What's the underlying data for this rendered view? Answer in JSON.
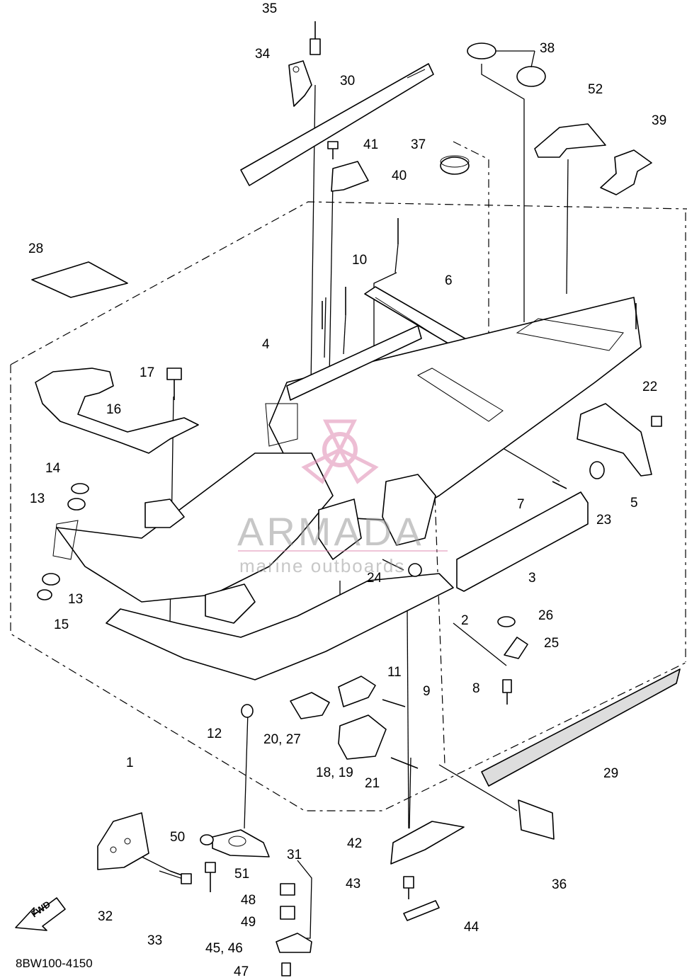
{
  "diagram": {
    "part_code": "8BW100-4150",
    "fwd_label": "FWD",
    "watermark": {
      "brand": "ARMADA",
      "tagline": "marine outboards"
    },
    "callouts": [
      {
        "id": "c35",
        "text": "35"
      },
      {
        "id": "c34",
        "text": "34"
      },
      {
        "id": "c30",
        "text": "30"
      },
      {
        "id": "c38",
        "text": "38"
      },
      {
        "id": "c52",
        "text": "52"
      },
      {
        "id": "c39",
        "text": "39"
      },
      {
        "id": "c41",
        "text": "41"
      },
      {
        "id": "c37",
        "text": "37"
      },
      {
        "id": "c40",
        "text": "40"
      },
      {
        "id": "c28",
        "text": "28"
      },
      {
        "id": "c10",
        "text": "10"
      },
      {
        "id": "c6",
        "text": "6"
      },
      {
        "id": "c4",
        "text": "4"
      },
      {
        "id": "c17",
        "text": "17"
      },
      {
        "id": "c22",
        "text": "22"
      },
      {
        "id": "c16",
        "text": "16"
      },
      {
        "id": "c14",
        "text": "14"
      },
      {
        "id": "c13a",
        "text": "13"
      },
      {
        "id": "c5",
        "text": "5"
      },
      {
        "id": "c7",
        "text": "7"
      },
      {
        "id": "c23",
        "text": "23"
      },
      {
        "id": "c13b",
        "text": "13"
      },
      {
        "id": "c24",
        "text": "24"
      },
      {
        "id": "c3",
        "text": "3"
      },
      {
        "id": "c15",
        "text": "15"
      },
      {
        "id": "c2",
        "text": "2"
      },
      {
        "id": "c26",
        "text": "26"
      },
      {
        "id": "c25",
        "text": "25"
      },
      {
        "id": "c11",
        "text": "11"
      },
      {
        "id": "c9",
        "text": "9"
      },
      {
        "id": "c8",
        "text": "8"
      },
      {
        "id": "c12",
        "text": "12"
      },
      {
        "id": "c2027",
        "text": "20, 27"
      },
      {
        "id": "c1",
        "text": "1"
      },
      {
        "id": "c1819",
        "text": "18, 19"
      },
      {
        "id": "c21",
        "text": "21"
      },
      {
        "id": "c29",
        "text": "29"
      },
      {
        "id": "c50",
        "text": "50"
      },
      {
        "id": "c31",
        "text": "31"
      },
      {
        "id": "c42",
        "text": "42"
      },
      {
        "id": "c51",
        "text": "51"
      },
      {
        "id": "c36",
        "text": "36"
      },
      {
        "id": "c32",
        "text": "32"
      },
      {
        "id": "c48",
        "text": "48"
      },
      {
        "id": "c43",
        "text": "43"
      },
      {
        "id": "c49",
        "text": "49"
      },
      {
        "id": "c33",
        "text": "33"
      },
      {
        "id": "c44",
        "text": "44"
      },
      {
        "id": "c4546",
        "text": "45, 46"
      },
      {
        "id": "c47",
        "text": "47"
      }
    ]
  }
}
